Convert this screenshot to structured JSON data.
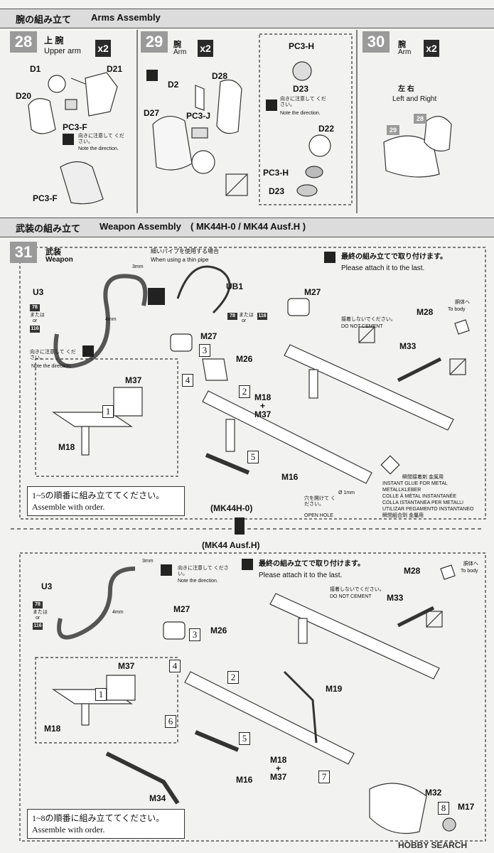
{
  "header1": {
    "jp": "腕の組み立て",
    "en": "Arms Assembly"
  },
  "step28": {
    "num": "28",
    "jp": "上 腕",
    "en": "Upper arm",
    "mult": "x2",
    "parts": [
      "D1",
      "D21",
      "D20",
      "PC3-F",
      "PC3-F"
    ],
    "note_jp": "向きに注意して ください。",
    "note_en": "Note the direction."
  },
  "step29": {
    "num": "29",
    "jp": "腕",
    "en": "Arm",
    "mult": "x2",
    "parts": [
      "D2",
      "D28",
      "D27",
      "PC3-J",
      "PC3-H",
      "D23",
      "D22",
      "PC3-H",
      "D23"
    ],
    "note_jp": "向きに注意して ください。",
    "note_en": "Note the direction."
  },
  "step30": {
    "num": "30",
    "jp": "腕",
    "en": "Arm",
    "mult": "x2",
    "lr_jp": "左 右",
    "lr_en": "Left and Right",
    "tags": [
      "28",
      "29"
    ]
  },
  "header2": {
    "jp": "武装の組み立て",
    "en": "Weapon Assembly",
    "variant": "( MK44H-0 / MK44 Ausf.H )"
  },
  "step31": {
    "num": "31",
    "jp": "武装",
    "en": "Weapon"
  },
  "thin_pipe": {
    "jp": "細いパイプを使用する場合",
    "en": "When using a thin pipe"
  },
  "mk44h0": {
    "parts": [
      "U3",
      "UB1",
      "M27",
      "M27",
      "M28",
      "M33",
      "M26",
      "M37",
      "M18",
      "M18",
      "M37",
      "M16"
    ],
    "plus": "+",
    "dim1": "3mm",
    "dim2": "4mm",
    "refs": [
      "78",
      "116",
      "78",
      "116"
    ],
    "or_jp": "または",
    "or_en": "or",
    "attach_jp": "最終の組み立てで取り付けます。",
    "attach_en": "Please attach it to the last.",
    "note_jp": "向きに注意して ください。",
    "note_en": "Note the direction.",
    "nocement_jp": "接着しないでください。",
    "nocement_en": "DO NOT CEMENT",
    "body_jp": "胴体へ",
    "body_en": "To body",
    "order_jp": "1~5の順番に組み立ててください。",
    "order_en": "Assemble with order.",
    "glue": [
      "瞬間接着剤 金属用",
      "INSTANT GLUE FOR METAL",
      "METALLKLEBER",
      "COLLE À MÉTAL INSTANTANÉE",
      "COLLA ISTANTANEA PER METALLI",
      "UTILIZAR PEGAMENTO INSTANTANEO",
      "瞬間組合劑 金屬用"
    ],
    "hole_jp": "穴を開けて ください。",
    "hole_en": "OPEN HOLE",
    "hole_size": "Ø 1mm",
    "steps": [
      "1",
      "2",
      "3",
      "4",
      "5"
    ]
  },
  "variant_labels": {
    "top": "(MK44H-0)",
    "bottom": "(MK44 Ausf.H)"
  },
  "mk44h": {
    "parts": [
      "U3",
      "M27",
      "M26",
      "M28",
      "M33",
      "M37",
      "M18",
      "M19",
      "M18",
      "M37",
      "M16",
      "M34",
      "M32",
      "M17"
    ],
    "plus": "+",
    "dim1": "3mm",
    "dim2": "4mm",
    "refs": [
      "78",
      "116"
    ],
    "or_jp": "または",
    "or_en": "or",
    "attach_jp": "最終の組み立てで取り付けます。",
    "attach_en": "Please attach it to the last.",
    "note_jp": "向きに注意して ください。",
    "note_en": "Note the direction.",
    "nocement_jp": "接着しないでください。",
    "nocement_en": "DO NOT CEMENT",
    "body_jp": "胴体へ",
    "body_en": "To body",
    "order_jp": "1~8の順番に組み立ててください。",
    "order_en": "Assemble with order.",
    "steps": [
      "1",
      "2",
      "3",
      "4",
      "5",
      "6",
      "7",
      "8"
    ]
  },
  "watermark": "HOBBY SEARCH"
}
